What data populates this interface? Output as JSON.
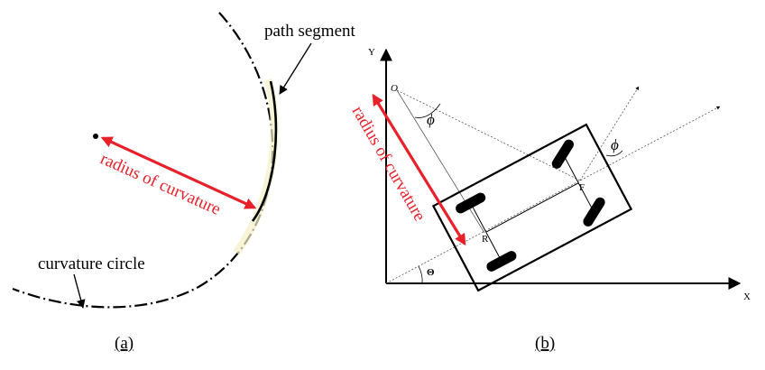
{
  "panel_a": {
    "path_segment_label": "path segment",
    "radius_label": "radius of curvature",
    "circle_label": "curvature circle",
    "caption": "(a)"
  },
  "panel_b": {
    "y_axis_label": "Y",
    "x_axis_label": "X",
    "origin_label": "O",
    "phi_label_top": "ϕ",
    "phi_label_right": "ϕ",
    "theta_label": "Θ",
    "front_label": "F",
    "rear_label": "R",
    "radius_label": "radius of curvature",
    "caption": "(b)"
  },
  "colors": {
    "accent_red": "#e8202a",
    "ink": "#000000"
  }
}
